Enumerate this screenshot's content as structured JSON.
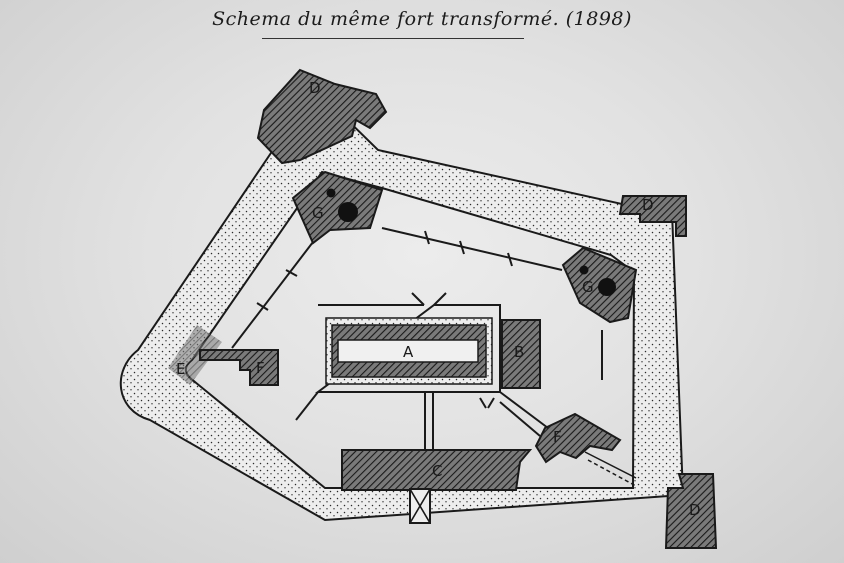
{
  "title": "Schema du même fort transformé. (1898)",
  "labels": {
    "a": "A",
    "b": "B",
    "c": "C",
    "d_top": "D",
    "d_right": "D",
    "d_bottom": "D",
    "e": "E",
    "f_left": "F",
    "f_right": "F",
    "g_left": "G",
    "g_right": "G"
  },
  "colors": {
    "ink": "#1a1a1a",
    "paper": "#e6e6e6",
    "stipple": "#2a2a2a"
  }
}
